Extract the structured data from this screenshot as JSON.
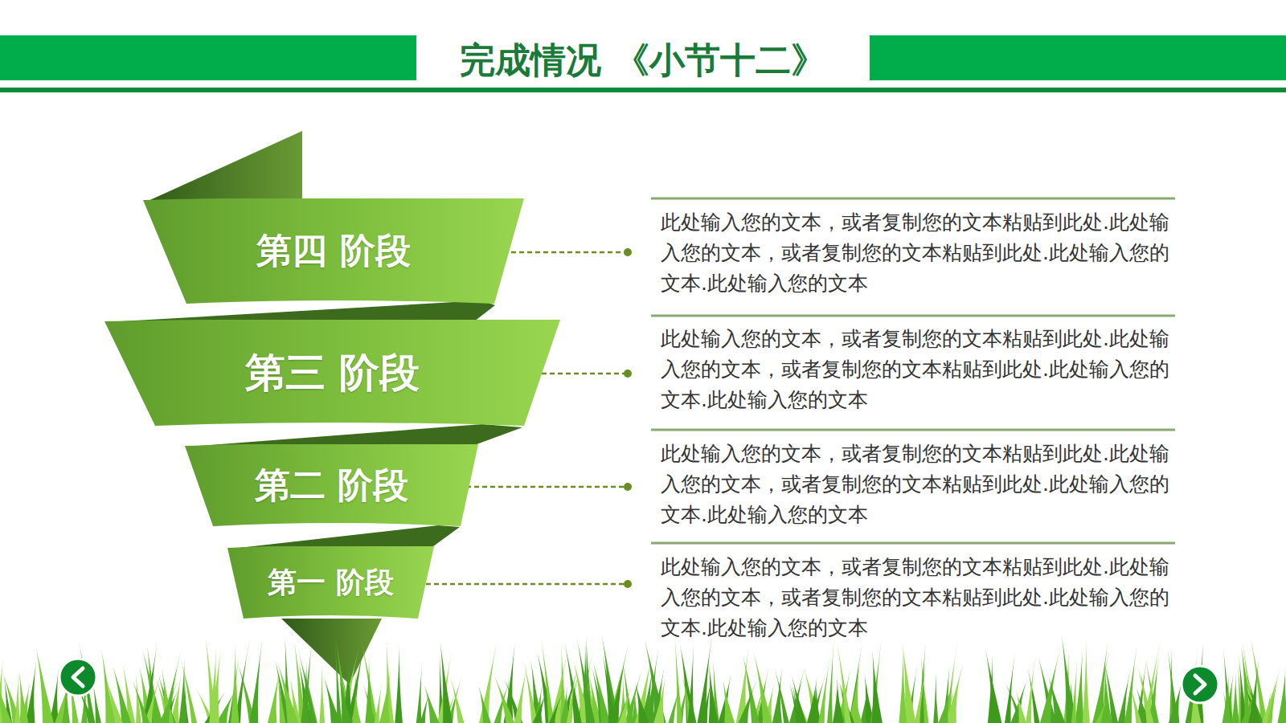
{
  "diagram": {
    "title": "完成情况 《小节十二》",
    "nodes": [
      {
        "text": [
          "第四 阶段"
        ]
      },
      {
        "text": [
          "第三 阶段"
        ]
      },
      {
        "text": [
          "第二 阶段"
        ]
      },
      {
        "text": [
          "第一 阶段"
        ]
      }
    ],
    "labels": [
      "此处输入您的文本，或者复制您的文本粘贴到此处.此处输入您的文本，或者复制您的文本粘贴到此处.此处输入您的文本.此处输入您的文本",
      "此处输入您的文本，或者复制您的文本粘贴到此处.此处输入您的文本，或者复制您的文本粘贴到此处.此处输入您的文本.此处输入您的文本",
      "此处输入您的文本，或者复制您的文本粘贴到此处.此处输入您的文本，或者复制您的文本粘贴到此处.此处输入您的文本.此处输入您的文本",
      "此处输入您的文本，或者复制您的文本粘贴到此处.此处输入您的文本，或者复制您的文本粘贴到此处.此处输入您的文本.此处输入您的文本"
    ]
  }
}
